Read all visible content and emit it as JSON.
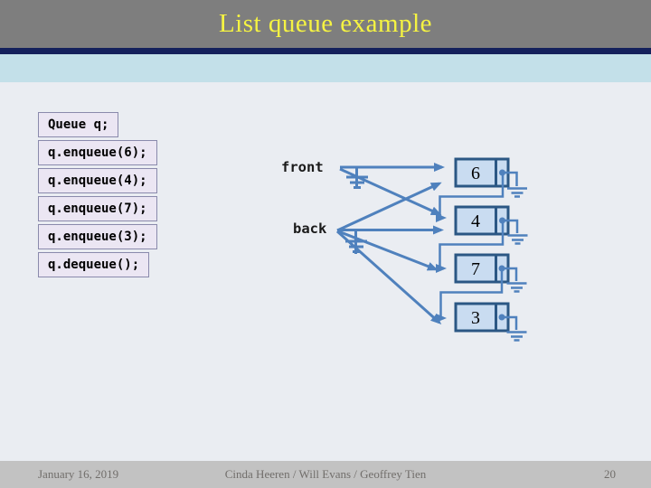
{
  "title": "List queue example",
  "code_lines": [
    {
      "text": "Queue q;"
    },
    {
      "text": "q.enqueue(6);"
    },
    {
      "text": "q.enqueue(4);"
    },
    {
      "text": "q.enqueue(7);"
    },
    {
      "text": "q.enqueue(3);"
    },
    {
      "text": "q.dequeue();"
    }
  ],
  "diagram": {
    "front_label": "front",
    "back_label": "back",
    "nodes": [
      {
        "value": "6"
      },
      {
        "value": "4"
      },
      {
        "value": "7"
      },
      {
        "value": "3"
      }
    ],
    "null_symbol": "ground-symbol"
  },
  "footer": {
    "date": "January 16, 2019",
    "authors": "Cinda Heeren / Will Evans / Geoffrey Tien",
    "page_number": "20"
  },
  "colors": {
    "header_bg": "#7E7E7E",
    "title_text": "#F5F342",
    "navy_rule": "#14215C",
    "accent_band": "#C3E0E9",
    "content_bg": "#EAEDF2",
    "code_box_bg": "#EBE6F3",
    "code_box_border": "#8A8AAC",
    "diagram_line": "#4F81BD",
    "node_border": "#2B5784",
    "node_fill": "#C9DCF1",
    "footer_bg": "#C2C2C2",
    "footer_text": "#716E6B"
  }
}
